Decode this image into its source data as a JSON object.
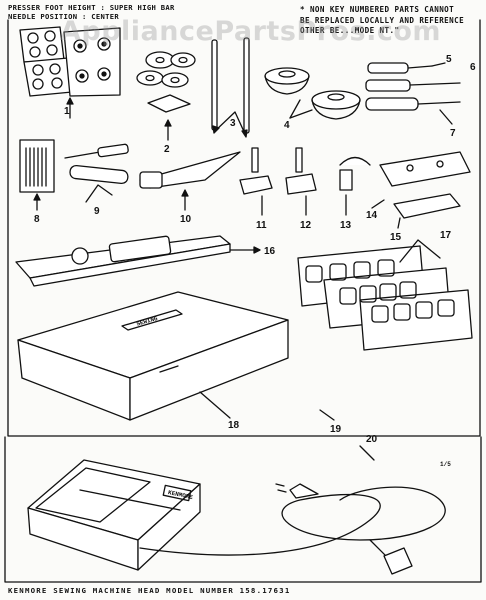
{
  "header": {
    "left_line1": "PRESSER FOOT HEIGHT : SUPER HIGH BAR",
    "left_line2": "NEEDLE POSITION : CENTER",
    "right_line1": "* NON KEY NUMBERED PARTS CANNOT",
    "right_line2": "BE REPLACED LOCALLY AND REFERENCE",
    "right_line3": "OTHER BE...MODE NT.\""
  },
  "watermark": "AppliancePartsPros.com",
  "parts": {
    "p1": "1",
    "p2": "2",
    "p3": "3",
    "p4": "4",
    "p5": "5",
    "p6": "6",
    "p7": "7",
    "p8": "8",
    "p9": "9",
    "p10": "10",
    "p11": "11",
    "p12": "12",
    "p13": "13",
    "p14": "14",
    "p15": "15",
    "p16": "16",
    "p17": "17",
    "p18": "18",
    "p19": "19",
    "p20": "20"
  },
  "case_label": "SEWING",
  "pedal_label": "KENMORE",
  "corner_mark": "1/5",
  "footer": "KENMORE SEWING MACHINE HEAD MODEL NUMBER 158.17631"
}
